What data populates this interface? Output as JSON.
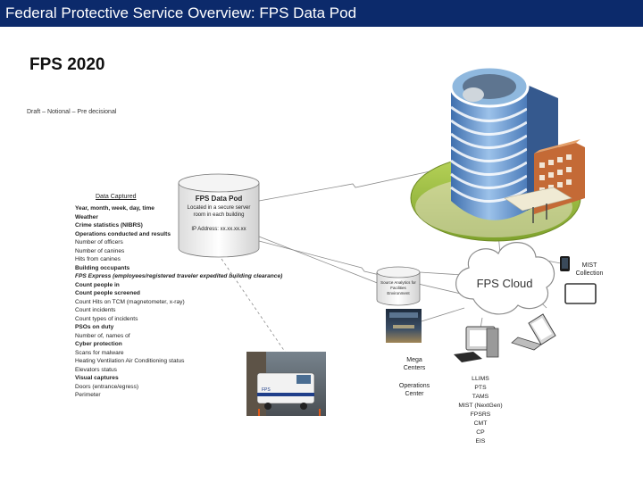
{
  "slide": {
    "title": "Federal Protective Service Overview: FPS Data Pod",
    "heading": "FPS 2020",
    "draft_note": "Draft – Notional – Pre decisional"
  },
  "data_captured": {
    "title": "Data Captured",
    "items": [
      {
        "text": "Year, month, week, day, time",
        "style": "b"
      },
      {
        "text": "Weather",
        "style": "b"
      },
      {
        "text": "Crime statistics (NIBRS)",
        "style": "b"
      },
      {
        "text": "Operations conducted and results",
        "style": "b"
      },
      {
        "text": "Number of officers",
        "style": ""
      },
      {
        "text": "Number of canines",
        "style": ""
      },
      {
        "text": "Hits from canines",
        "style": ""
      },
      {
        "text": "Building occupants",
        "style": "b"
      },
      {
        "text": "FPS Express (employees/registered traveler expedited building clearance)",
        "style": "bi"
      },
      {
        "text": "Count people in",
        "style": "b"
      },
      {
        "text": "Count people screened",
        "style": "b"
      },
      {
        "text": "Count Hits on TCM (magnetometer, x-ray)",
        "style": ""
      },
      {
        "text": "Count incidents",
        "style": ""
      },
      {
        "text": "Count types of incidents",
        "style": ""
      },
      {
        "text": "PSOs on duty",
        "style": "b"
      },
      {
        "text": "Number of, names of",
        "style": ""
      },
      {
        "text": "Cyber protection",
        "style": "b"
      },
      {
        "text": "Scans for malware",
        "style": ""
      },
      {
        "text": "Heating Ventilation Air Conditioning status",
        "style": ""
      },
      {
        "text": "Elevators status",
        "style": ""
      },
      {
        "text": "Visual captures",
        "style": "b"
      },
      {
        "text": "Doors (entrance/egress)",
        "style": ""
      },
      {
        "text": "Perimeter",
        "style": ""
      }
    ]
  },
  "data_pod": {
    "title": "FPS Data Pod",
    "line1": "Located in a secure server",
    "line2": "room in each building",
    "ip": "IP Address: xx.xx.xx.xx"
  },
  "analytics": {
    "line1": "Source Analytics for",
    "line2": "Facilities",
    "line3": "Environment"
  },
  "cloud": {
    "label": "FPS Cloud"
  },
  "mist": {
    "line1": "MIST",
    "line2": "Collection"
  },
  "mega": {
    "line1": "Mega",
    "line2": "Centers"
  },
  "operations": {
    "line1": "Operations",
    "line2": "Center"
  },
  "apps": [
    "LLIMS",
    "PTS",
    "TAMS",
    "MIST (NextGen)",
    "FPSRS",
    "CMT",
    "CP",
    "EIS"
  ],
  "colors": {
    "title_bar": "#0c2a6b",
    "cloud_outline": "#8c8c8c",
    "building_glass": "#6a9ad0",
    "lawn": "#9bbf3c",
    "brick": "#c46a36"
  }
}
